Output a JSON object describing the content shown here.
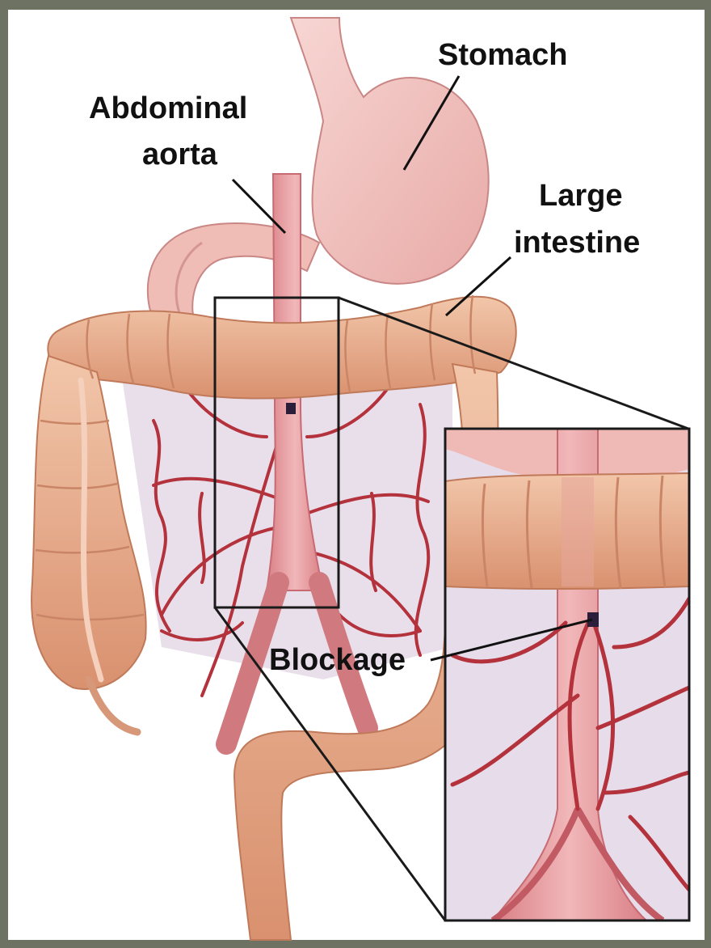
{
  "labels": {
    "stomach": "Stomach",
    "aorta_line1": "Abdominal",
    "aorta_line2": "aorta",
    "large_intestine_line1": "Large",
    "large_intestine_line2": "intestine",
    "blockage": "Blockage"
  },
  "colors": {
    "frame": "#6e7263",
    "background": "#ffffff",
    "artery": "#b3323c",
    "artery_dark": "#8e1e28",
    "aorta_pink": "#e29a9d",
    "stomach_pink": "#f2c3c0",
    "intestine_tan": "#e9b392",
    "intestine_shadow": "#c98566",
    "mesentery_lavender": "#e7dcea",
    "leader_line": "#111111",
    "blockage": "#2a1e3a"
  }
}
